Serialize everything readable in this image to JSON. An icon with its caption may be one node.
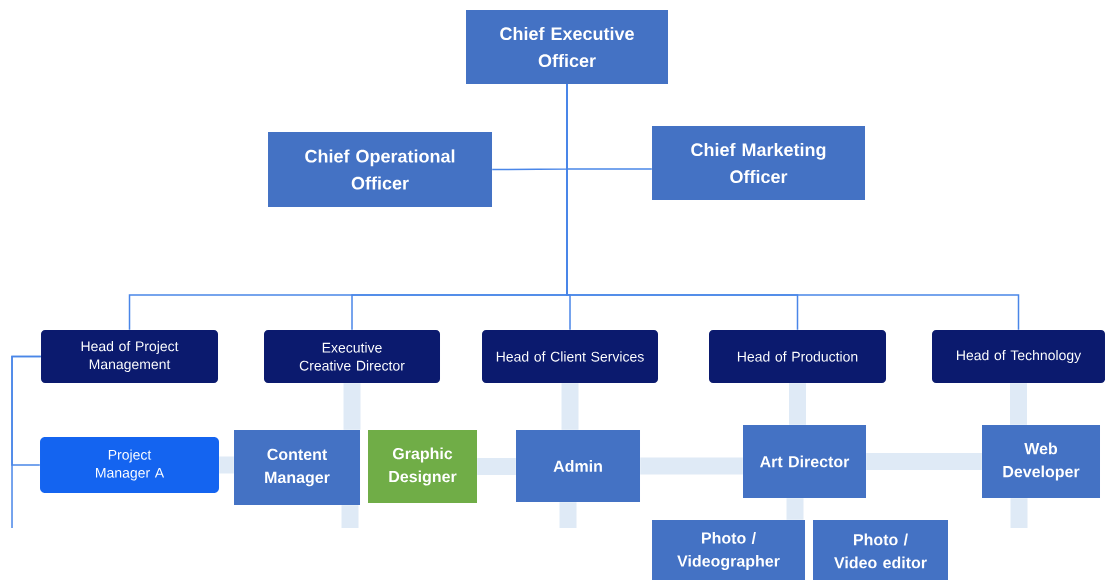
{
  "diagram": {
    "nodes": [
      {
        "text": [
          "Chief Executive Officer"
        ]
      },
      {
        "text": [
          "Chief Operational Officer"
        ]
      },
      {
        "text": [
          "Chief Marketing Officer"
        ]
      },
      {
        "text": [
          "Head of Project Management"
        ]
      },
      {
        "text": [
          "Executive Creative Director"
        ]
      },
      {
        "text": [
          "Head of Client Services"
        ]
      },
      {
        "text": [
          "Head of Production"
        ]
      },
      {
        "text": [
          "Head of Technology"
        ]
      },
      {
        "text": [
          "Project Manager A"
        ]
      },
      {
        "text": [
          "Content Manager"
        ]
      },
      {
        "text": [
          "Graphic Designer"
        ]
      },
      {
        "text": [
          "Admin"
        ]
      },
      {
        "text": [
          "Art Director"
        ]
      },
      {
        "text": [
          "Web Developer"
        ]
      },
      {
        "text": [
          "Photo / Videographer"
        ]
      },
      {
        "text": [
          "Photo / Video editor"
        ]
      }
    ],
    "edges": [
      {
        "from": 0,
        "to": 1,
        "arrow": "none",
        "color": "#4a86e8"
      },
      {
        "from": 0,
        "to": 2,
        "arrow": "none",
        "color": "#4a86e8"
      },
      {
        "from": 0,
        "to": 3,
        "arrow": "none",
        "color": "#4a86e8"
      },
      {
        "from": 0,
        "to": 4,
        "arrow": "none",
        "color": "#4a86e8"
      },
      {
        "from": 0,
        "to": 5,
        "arrow": "none",
        "color": "#4a86e8"
      },
      {
        "from": 0,
        "to": 6,
        "arrow": "none",
        "color": "#4a86e8"
      },
      {
        "from": 0,
        "to": 7,
        "arrow": "none",
        "color": "#4a86e8"
      },
      {
        "from": 3,
        "to": 8,
        "arrow": "none",
        "color": "#4a86e8"
      },
      {
        "from": 3,
        "to": null,
        "arrow": "none",
        "color": "#4a86e8"
      },
      {
        "from": 4,
        "to": 9,
        "arrow": "none"
      },
      {
        "from": 8,
        "to": 9,
        "arrow": "none"
      },
      {
        "from": 10,
        "to": 11,
        "arrow": "none"
      },
      {
        "from": 11,
        "to": 12,
        "arrow": "none"
      },
      {
        "from": 12,
        "to": 13,
        "arrow": "none"
      },
      {
        "from": 5,
        "to": 11,
        "arrow": "none"
      },
      {
        "from": 6,
        "to": 12,
        "arrow": "none"
      },
      {
        "from": 7,
        "to": 13,
        "arrow": "none"
      },
      {
        "from": 12,
        "to": 14,
        "arrow": "none"
      },
      {
        "from": 9,
        "to": null,
        "arrow": "none"
      },
      {
        "from": 11,
        "to": null,
        "arrow": "none"
      },
      {
        "from": 13,
        "to": null,
        "arrow": "none"
      }
    ]
  }
}
